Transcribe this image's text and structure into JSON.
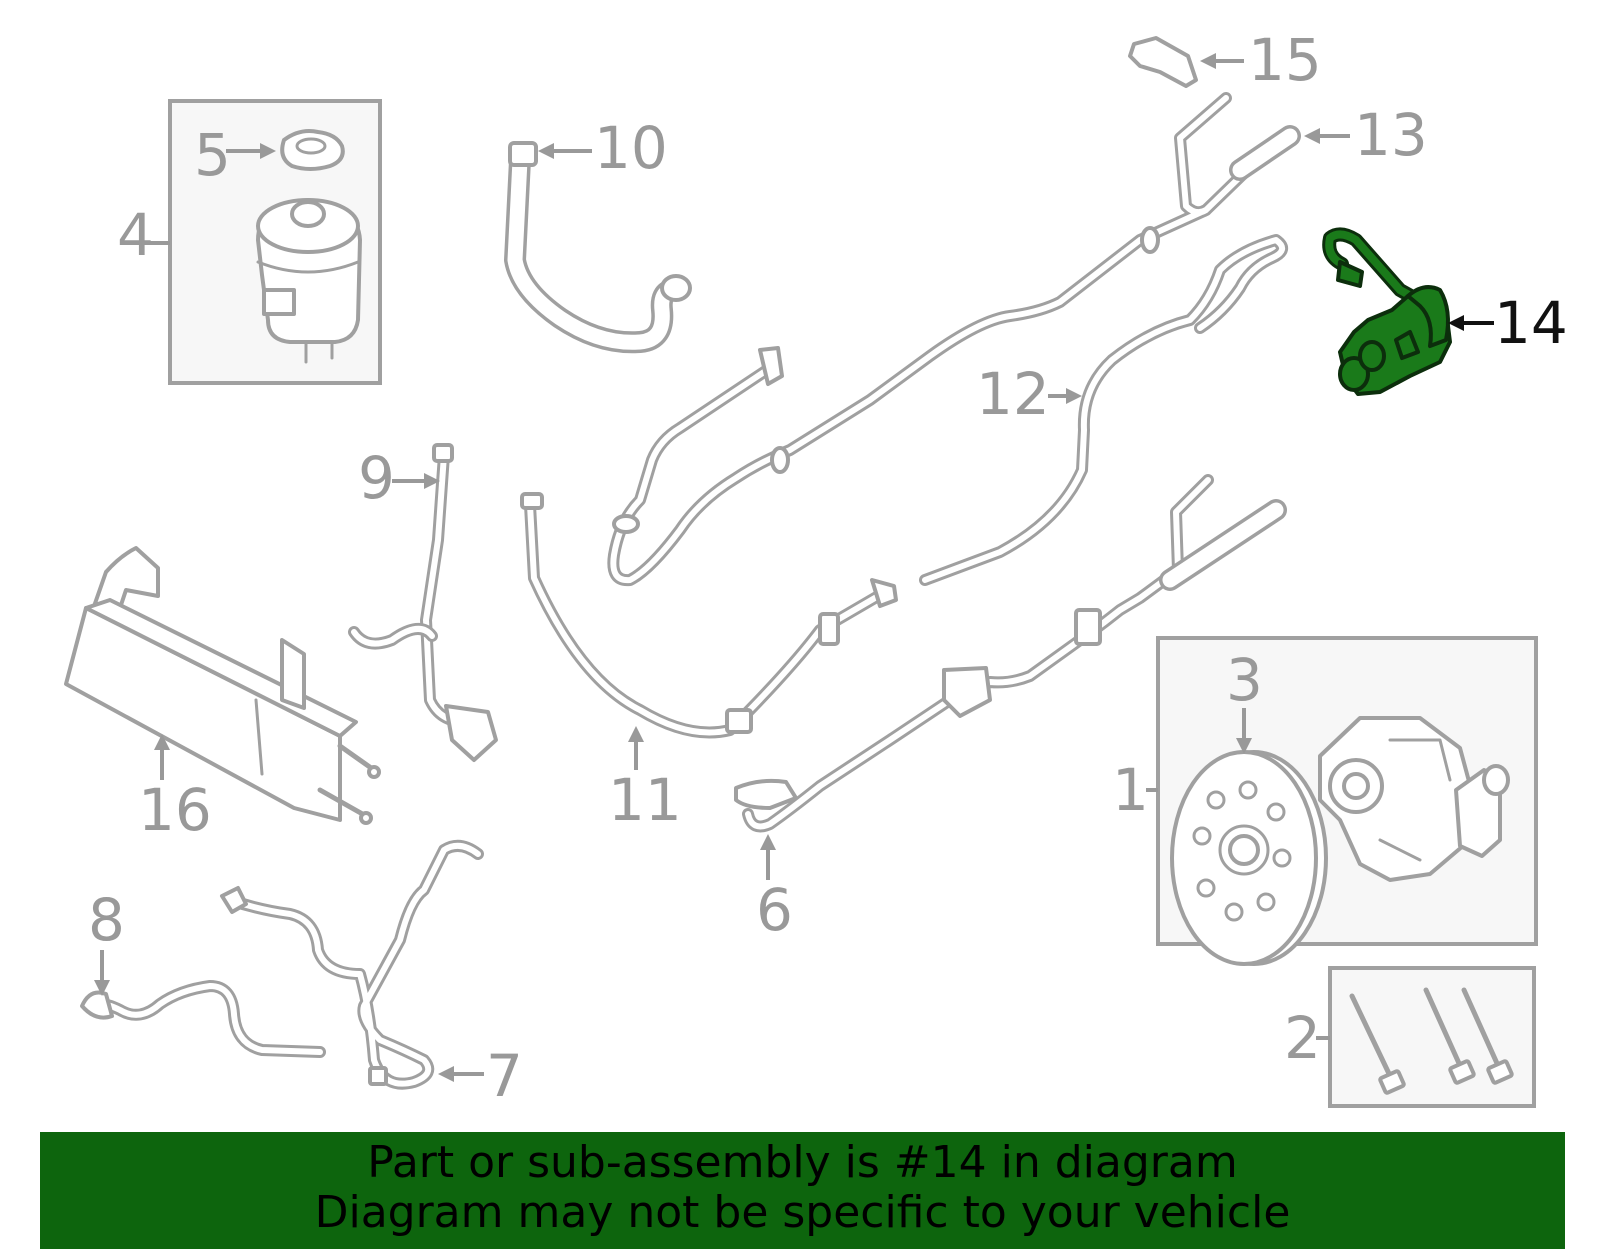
{
  "diagram": {
    "callouts": {
      "c1": "1",
      "c2": "2",
      "c3": "3",
      "c4": "4",
      "c5": "5",
      "c6": "6",
      "c7": "7",
      "c8": "8",
      "c9": "9",
      "c10": "10",
      "c11": "11",
      "c12": "12",
      "c13": "13",
      "c14": "14",
      "c15": "15",
      "c16": "16"
    },
    "highlight_color": "#1a7a1a",
    "line_color": "#a0a0a0"
  },
  "banner": {
    "line1": "Part or sub-assembly is #14 in diagram",
    "line2": "Diagram may not be specific to your vehicle",
    "background": "#0d650d"
  }
}
